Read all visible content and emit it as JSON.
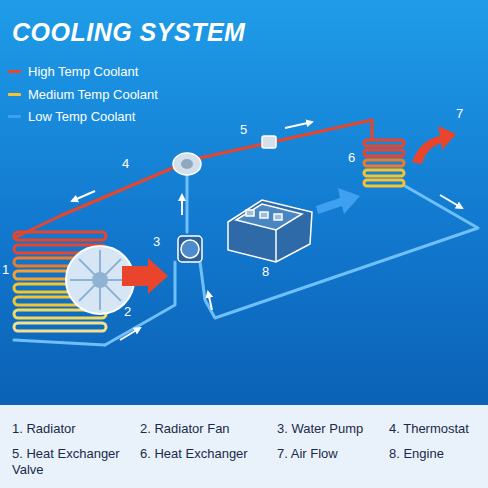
{
  "diagram": {
    "title": "COOLING SYSTEM",
    "labels": [
      "1",
      "2",
      "3",
      "4",
      "5",
      "6",
      "7",
      "8",
      "1. Radiator",
      "2. Radiator Fan",
      "3. Water Pump",
      "4. Thermostat",
      "5. Heat Exchanger Valve",
      "6. Heat Exchanger",
      "7. Air Flow",
      "8. Engine"
    ],
    "legend": [
      {
        "text": "High Temp Coolant",
        "color": "#e8452c"
      },
      {
        "text": "Medium Temp Coolant",
        "color": "#f5c431"
      },
      {
        "text": "Low Temp Coolant",
        "color": "#3fa0f0"
      }
    ]
  }
}
